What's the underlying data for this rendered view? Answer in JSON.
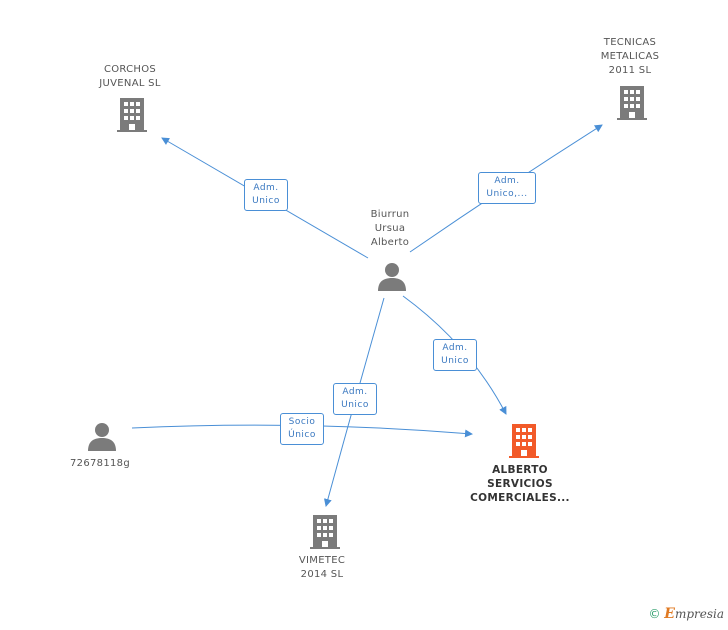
{
  "nodes": {
    "corchos": {
      "label": [
        "CORCHOS",
        "JUVENAL SL"
      ],
      "type": "company"
    },
    "tecnicas": {
      "label": [
        "TECNICAS",
        "METALICAS",
        "2011 SL"
      ],
      "type": "company"
    },
    "biurrun": {
      "label": [
        "Biurrun",
        "Ursua",
        "Alberto"
      ],
      "type": "person"
    },
    "alberto": {
      "label": [
        "ALBERTO",
        "SERVICIOS",
        "COMERCIALES..."
      ],
      "type": "company-main"
    },
    "person2": {
      "label": [
        "72678118g"
      ],
      "type": "person"
    },
    "vimetec": {
      "label": [
        "VIMETEC",
        "2014  SL"
      ],
      "type": "company"
    }
  },
  "edges": {
    "e1": {
      "from": "biurrun",
      "to": "corchos",
      "label": [
        "Adm.",
        "Unico"
      ]
    },
    "e2": {
      "from": "biurrun",
      "to": "tecnicas",
      "label": [
        "Adm.",
        "Unico,..."
      ]
    },
    "e3": {
      "from": "biurrun",
      "to": "alberto",
      "label": [
        "Adm.",
        "Unico"
      ]
    },
    "e4": {
      "from": "biurrun",
      "to": "vimetec",
      "label": [
        "Adm.",
        "Unico"
      ]
    },
    "e5": {
      "from": "person2",
      "to": "alberto",
      "label": [
        "Socio",
        "Único"
      ]
    }
  },
  "colors": {
    "edge": "#4a8fd6",
    "company": "#7b7b7b",
    "company_main": "#f25a29",
    "person": "#7b7b7b"
  },
  "footer": {
    "copyright": "©",
    "brand_initial": "E",
    "brand_rest": "mpresia"
  }
}
